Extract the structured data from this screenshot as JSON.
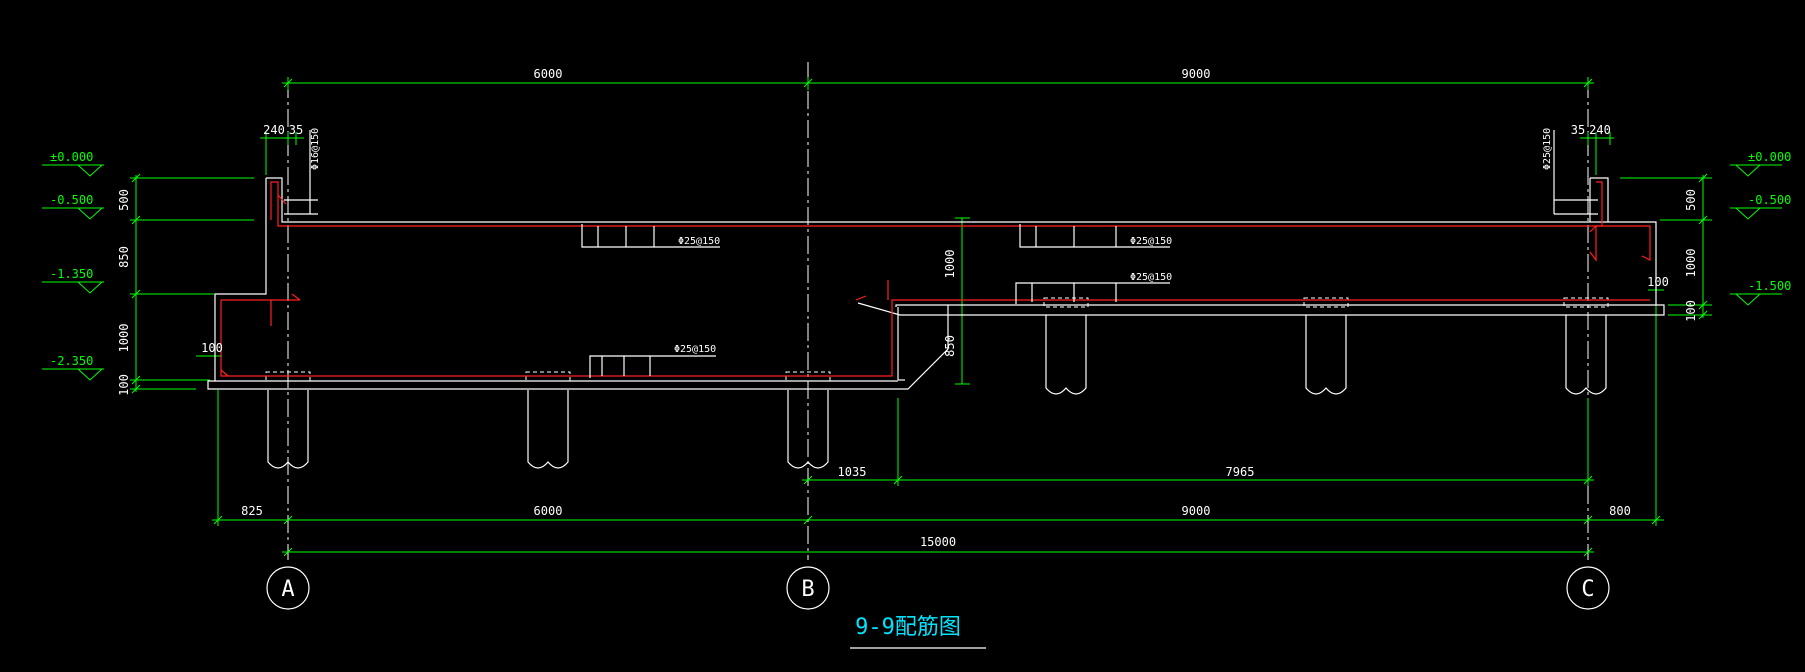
{
  "title": "9-9配筋图",
  "axes": [
    "A",
    "B",
    "C"
  ],
  "top_dims": [
    "6000",
    "9000"
  ],
  "left_top_dims": [
    "240",
    "35"
  ],
  "right_top_dims": [
    "35",
    "240"
  ],
  "bottom_dims_row1": [
    "1035",
    "7965"
  ],
  "bottom_dims_row2": [
    "825",
    "6000",
    "9000",
    "800"
  ],
  "bottom_total": "15000",
  "left_levels": [
    "±0.000",
    "-0.500",
    "-1.350",
    "-2.350"
  ],
  "right_levels": [
    "±0.000",
    "-0.500",
    "-1.500"
  ],
  "left_vert_dims": [
    "500",
    "850",
    "1000",
    "100"
  ],
  "right_vert_dims": [
    "500",
    "1000",
    "100"
  ],
  "mid_vert_dims": [
    "1000",
    "850"
  ],
  "small_dims": [
    "100",
    "100"
  ],
  "rebar_labels": {
    "left_wall": "Φ16@150",
    "right_wall": "Φ25@150",
    "top_left": "Φ25@150",
    "top_right": "Φ25@150",
    "mid_right": "Φ25@150",
    "bottom_left": "Φ25@150"
  },
  "colors": {
    "background": "#000000",
    "dimension": "#00ff00",
    "outline": "#ffffff",
    "rebar": "#ff2020",
    "title": "#00e5ff"
  }
}
